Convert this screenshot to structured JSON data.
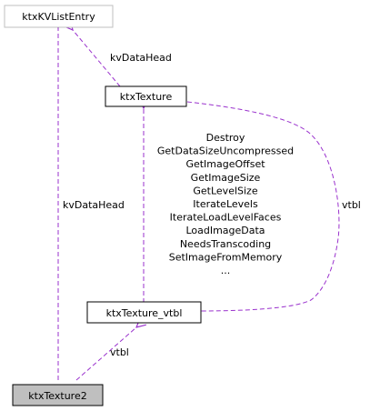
{
  "diagram": {
    "nodes": {
      "kv_list_entry": "ktxKVListEntry",
      "texture": "ktxTexture",
      "texture_vtbl": "ktxTexture_vtbl",
      "texture2": "ktxTexture2"
    },
    "edge_labels": {
      "kv_data_head_top": "kvDataHead",
      "kv_data_head_left": "kvDataHead",
      "vtbl_right": "vtbl",
      "vtbl_bottom": "vtbl"
    },
    "vtbl_methods": [
      "Destroy",
      "GetDataSizeUncompressed",
      "GetImageOffset",
      "GetImageSize",
      "GetLevelSize",
      "IterateLevels",
      "IterateLoadLevelFaces",
      "LoadImageData",
      "NeedsTranscoding",
      "SetImageFromMemory",
      "..."
    ],
    "colors": {
      "edge": "#9a32cd",
      "highlight_fill": "#bfbfbf",
      "external_border": "#bfbfbf",
      "node_border": "#000000"
    }
  }
}
